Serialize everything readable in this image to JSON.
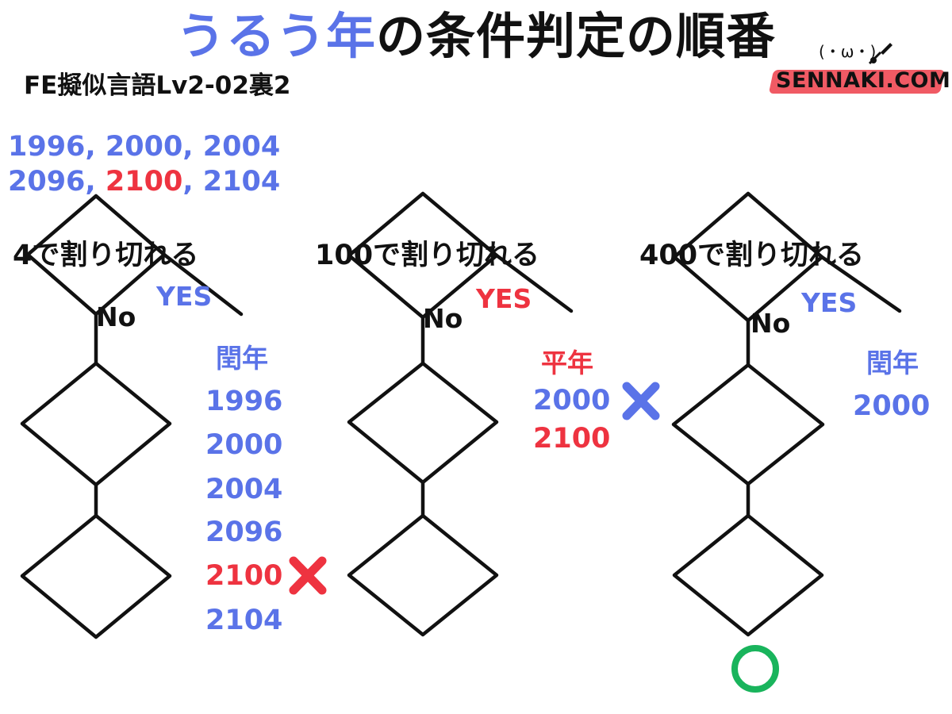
{
  "colors": {
    "blue": "#5a73e8",
    "red": "#ee3340",
    "black": "#111111",
    "green": "#19b45c",
    "logo_band": "#f05a64"
  },
  "title": {
    "blue_part": "うるう年",
    "black_part": "の条件判定の順番"
  },
  "subtitle": "FE擬似言語Lv2-02裏2",
  "logo": {
    "text": "SENNAKI.COM",
    "face": "(・ω・)"
  },
  "years_intro": {
    "line1": "1996, 2000, 2004",
    "line2_a": "2096, ",
    "line2_b": "2100",
    "line2_c": ", 2104"
  },
  "columns": [
    {
      "condition": "4で割り切れる",
      "yes": "YES",
      "no": "No",
      "result_label": "閏年",
      "years": [
        {
          "value": "1996",
          "color": "blue"
        },
        {
          "value": "2000",
          "color": "blue"
        },
        {
          "value": "2004",
          "color": "blue"
        },
        {
          "value": "2096",
          "color": "blue"
        },
        {
          "value": "2100",
          "color": "red"
        },
        {
          "value": "2104",
          "color": "blue"
        }
      ],
      "mark": "red-cross"
    },
    {
      "condition": "100で割り切れる",
      "yes": "YES",
      "no": "No",
      "result_label": "平年",
      "years": [
        {
          "value": "2000",
          "color": "blue"
        },
        {
          "value": "2100",
          "color": "red"
        }
      ],
      "mark": "blue-cross"
    },
    {
      "condition": "400で割り切れる",
      "yes": "YES",
      "no": "No",
      "result_label": "閏年",
      "years": [
        {
          "value": "2000",
          "color": "blue"
        }
      ],
      "mark": "green-circle"
    }
  ]
}
